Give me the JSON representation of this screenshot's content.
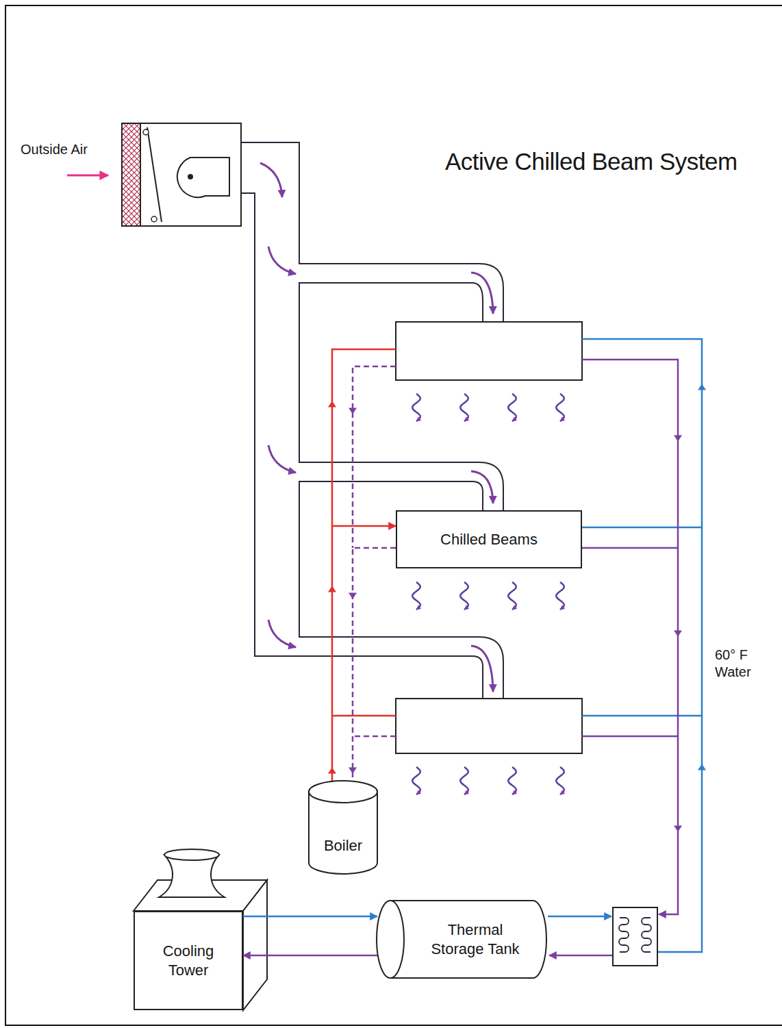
{
  "diagram": {
    "title": "Active Chilled Beam System",
    "nodes": [
      {
        "text": [
          "Chilled Beams"
        ]
      },
      {
        "text": [
          "Boiler"
        ]
      },
      {
        "text": [
          "Cooling Tower"
        ]
      },
      {
        "text": [
          "Thermal Storage Tank"
        ]
      }
    ],
    "edges": [
      {
        "from": 1,
        "to": 0,
        "arrow": "to"
      },
      {
        "from": 0,
        "to": 1,
        "arrow": "to"
      },
      {
        "from": 2,
        "to": 3,
        "arrow": "to"
      },
      {
        "from": 3,
        "to": 2,
        "arrow": "to"
      }
    ],
    "labels": [
      "Outside Air",
      "60° F Water"
    ]
  }
}
